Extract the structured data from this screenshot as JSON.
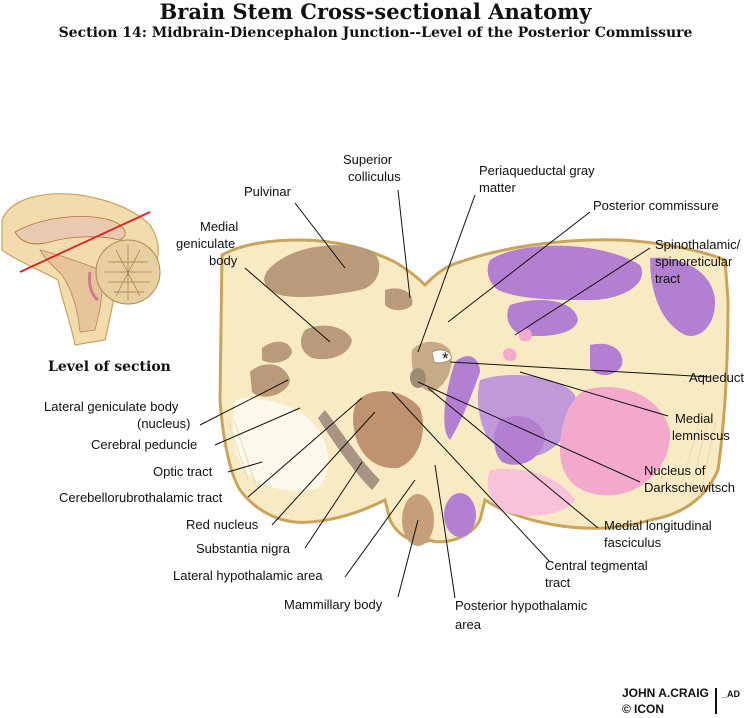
{
  "title": "Brain Stem Cross-sectional Anatomy",
  "subtitle": "Section 14:  Midbrain-Diencephalon Junction--Level of the Posterior Commissure",
  "inset_label": "Level of section",
  "labels": {
    "superior_colliculus": [
      "Superior",
      "colliculus"
    ],
    "pulvinar": [
      "Pulvinar"
    ],
    "medial_geniculate_body": [
      "Medial",
      "geniculate",
      "body"
    ],
    "periaqueductal_gray": [
      "Periaqueductal gray",
      "matter"
    ],
    "posterior_commissure": [
      "Posterior commissure"
    ],
    "spinothalamic": [
      "Spinothalamic/",
      "spinoreticular",
      "tract"
    ],
    "aqueduct": [
      "Aqueduct"
    ],
    "asterisk": "*",
    "medial_lemniscus": [
      "Medial",
      "lemniscus"
    ],
    "lateral_geniculate_body": [
      "Lateral geniculate body",
      "(nucleus)"
    ],
    "cerebral_peduncle": [
      "Cerebral peduncle"
    ],
    "optic_tract": [
      "Optic tract"
    ],
    "cerebellorubrothalamic": [
      "Cerebellorubrothalamic tract"
    ],
    "nucleus_darkschewitsch": [
      "Nucleus of",
      "Darkschewitsch"
    ],
    "red_nucleus": [
      "Red nucleus"
    ],
    "substantia_nigra": [
      "Substantia nigra"
    ],
    "medial_longitudinal_fasciculus": [
      "Medial longitudinal",
      "fasciculus"
    ],
    "lateral_hypothalamic_area": [
      "Lateral hypothalamic area"
    ],
    "central_tegmental_tract": [
      "Central tegmental",
      "tract"
    ],
    "mammillary_body": [
      "Mammillary body"
    ],
    "posterior_hypothalamic_area": [
      "Posterior hypothalamic",
      "area"
    ]
  },
  "signature": {
    "name": "JOHN A.CRAIG",
    "suffix": "_AD",
    "copyright": "©",
    "mark": "ICON"
  },
  "colors": {
    "tissue": "#f8ebc4",
    "outline": "#c9a45a",
    "brown_nucleus": "#b99a7a",
    "purple": "#b37fd1",
    "pink": "#f3a9cc",
    "red_line": "#e02020"
  }
}
